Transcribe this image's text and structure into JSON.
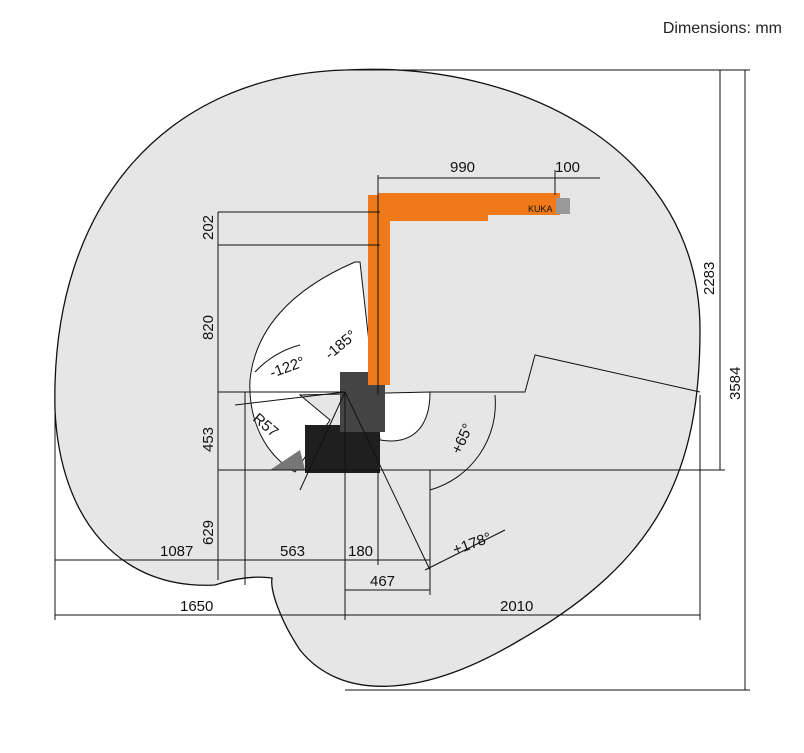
{
  "header": {
    "units_label": "Dimensions: mm"
  },
  "dimensions": {
    "reach_a": "990",
    "reach_b": "100",
    "h_202": "202",
    "h_820": "820",
    "h_453": "453",
    "h_629": "629",
    "h_2283": "2283",
    "h_3584": "3584",
    "w_1087": "1087",
    "w_563": "563",
    "w_180": "180",
    "w_467": "467",
    "w_1650": "1650",
    "w_2010": "2010",
    "radius_label": "R57",
    "angle_neg122": "-122°",
    "angle_neg185": "-185°",
    "angle_pos65": "+65°",
    "angle_pos178": "+178°"
  },
  "robot": {
    "brand_text": "KUKA"
  },
  "colors": {
    "robot_orange": "#f07a1a",
    "envelope_fill": "#e6e6e6",
    "base_dark": "#1f1f1f"
  }
}
